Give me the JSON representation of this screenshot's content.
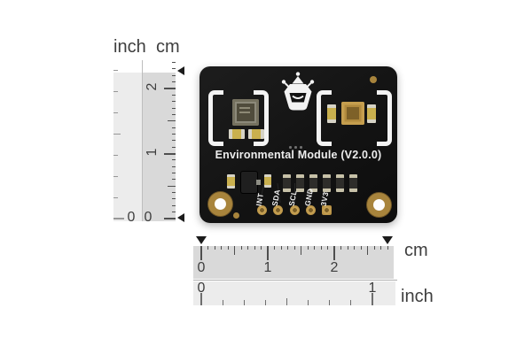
{
  "rulers": {
    "vertical": {
      "inch_label": "inch",
      "cm_label": "cm",
      "cm_numbers": [
        "2",
        "1",
        "0"
      ],
      "inch_zero": "0"
    },
    "bottom_cm": {
      "unit": "cm",
      "numbers": [
        "0",
        "1",
        "2"
      ]
    },
    "bottom_inch": {
      "unit": "inch",
      "numbers": [
        "0",
        "1"
      ]
    }
  },
  "board": {
    "title": "Environmental Module (V2.0.0)",
    "logo": "dfrobot-robot-head",
    "pins": [
      {
        "label": "INT"
      },
      {
        "label": "SDA"
      },
      {
        "label": "SCL"
      },
      {
        "label": "GND"
      },
      {
        "label": "3V3"
      }
    ]
  },
  "colors": {
    "pcb": "#131313",
    "gold": "#a8843c",
    "silkscreen": "#f3f3f3",
    "band_cm": "#d9d9d9",
    "band_inch": "#ececec",
    "tick_dark": "#4f4f4f",
    "tick_light": "#979797",
    "ruler_text": "#3e3e3e",
    "marker": "#1b1b1b",
    "component_tan": "#c9b04e"
  }
}
